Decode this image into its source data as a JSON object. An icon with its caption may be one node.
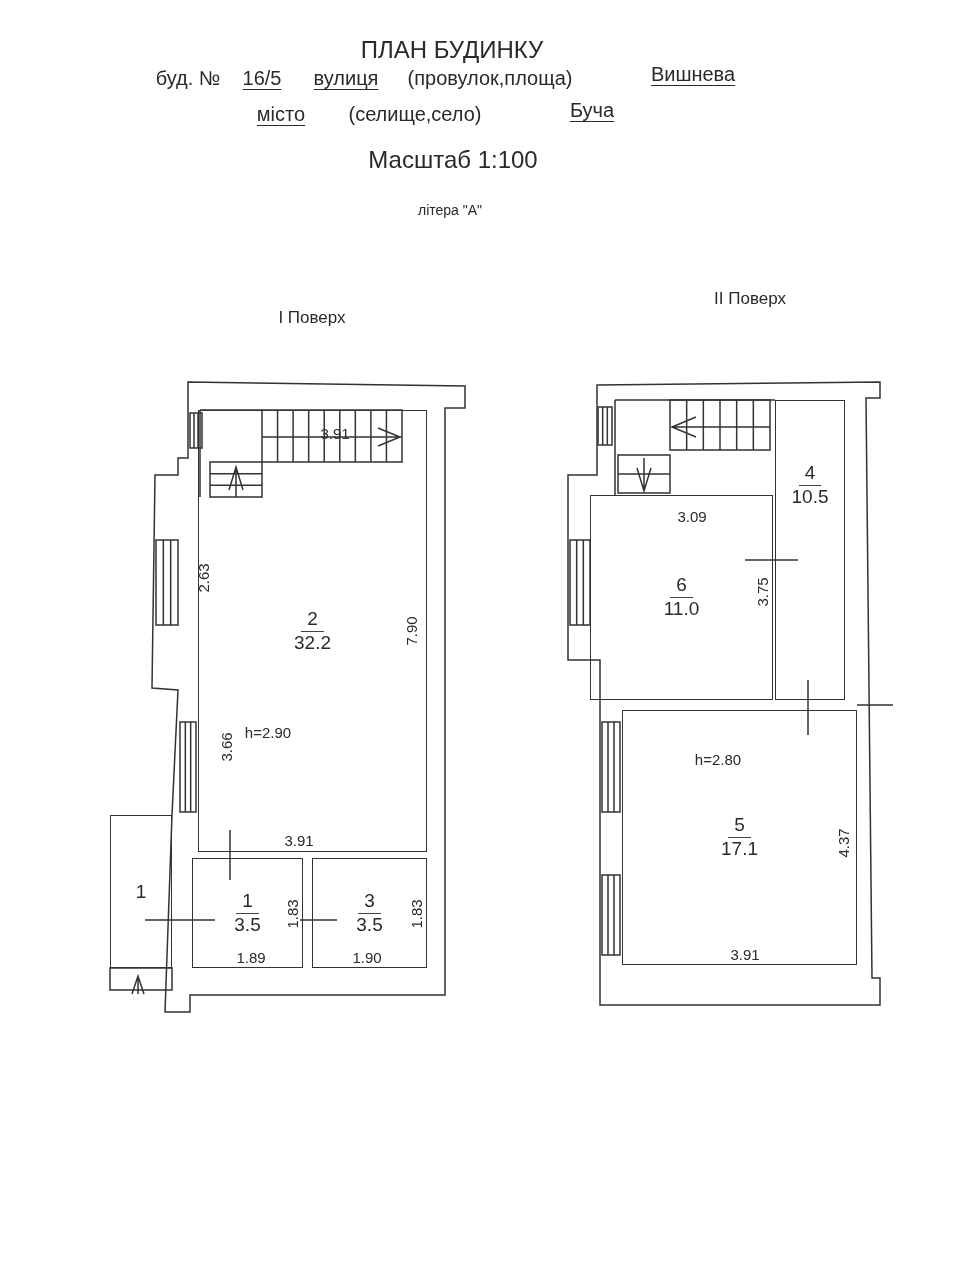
{
  "diagram": {
    "title": "ПЛАН БУДИНКУ",
    "nodes": [
      {
        "text": [
          "2",
          "32.2"
        ]
      },
      {
        "text": [
          "1"
        ]
      },
      {
        "text": [
          "1",
          "3.5"
        ]
      },
      {
        "text": [
          "3",
          "3.5"
        ]
      },
      {
        "text": [
          "4",
          "10.5"
        ]
      },
      {
        "text": [
          "6",
          "11.0"
        ]
      },
      {
        "text": [
          "5",
          "17.1"
        ]
      }
    ],
    "labels": [
      "буд. №",
      "16/5",
      "вулиця",
      "(провулок,площа)",
      "Вишнева",
      "місто",
      "(селище,село)",
      "Буча",
      "Масштаб 1:100",
      "літера \"А\"",
      "II Поверх",
      "I Поверх",
      "3.91",
      "2.63",
      "7.90",
      "3.66",
      "h=2.90",
      "3.91",
      "1.83",
      "1.83",
      "1.89",
      "1.90",
      "3.09",
      "3.75",
      "h=2.80",
      "4.37",
      "3.91"
    ]
  }
}
